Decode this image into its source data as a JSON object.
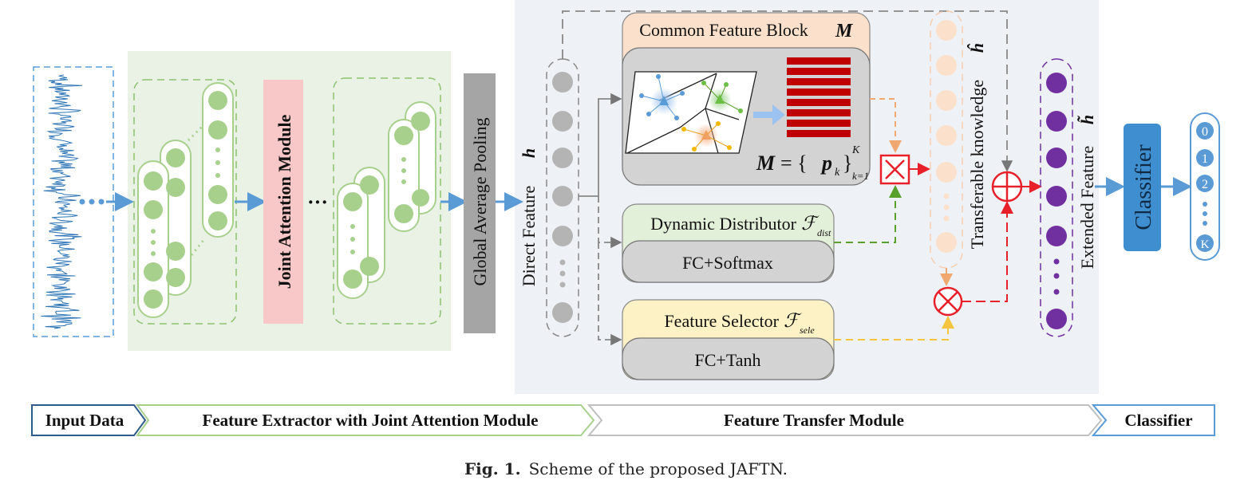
{
  "modules": {
    "joint_attention": "Joint Attention Module",
    "global_avg_pooling": "Global Average Pooling",
    "direct_feature": "Direct Feature",
    "direct_feature_symbol": "h",
    "common_feature_block": "Common Feature Block",
    "common_feature_symbol": "M",
    "formula_lhs": "M",
    "formula_mid": "= {",
    "formula_p": "p",
    "formula_sub_k": "k",
    "formula_rhs": "}",
    "formula_sup": "K",
    "formula_sub_range": "k=1",
    "dynamic_distributor": "Dynamic Distributor",
    "dynamic_distributor_symbol": "ℱ",
    "dynamic_distributor_sub": "dist",
    "dynamic_layer": "FC+Softmax",
    "feature_selector": "Feature Selector",
    "feature_selector_symbol": "ℱ",
    "feature_selector_sub": "sele",
    "selector_layer": "FC+Tanh",
    "transferable_knowledge": "Transferable knowledge",
    "transferable_symbol": "ĥ",
    "extended_feature": "Extended Feature",
    "extended_symbol": "h̃",
    "classifier": "Classifier",
    "dots": "···"
  },
  "outputs": [
    "0",
    "1",
    "2",
    "K"
  ],
  "stages": [
    "Input Data",
    "Feature Extractor with Joint Attention Module",
    "Feature Transfer Module",
    "Classifier"
  ],
  "caption": {
    "label": "Fig. 1.",
    "text": "Scheme of the proposed JAFTN."
  },
  "colors": {
    "green_node": "#a8d08d",
    "green_bg": "#eaf2e6",
    "blue_bg": "#eef2f6",
    "arrow_blue": "#5b9bd5",
    "red": "#e8202a",
    "purple": "#7030a0",
    "peach": "#fbe0cc",
    "classifier_blue": "#3e8ed0"
  }
}
